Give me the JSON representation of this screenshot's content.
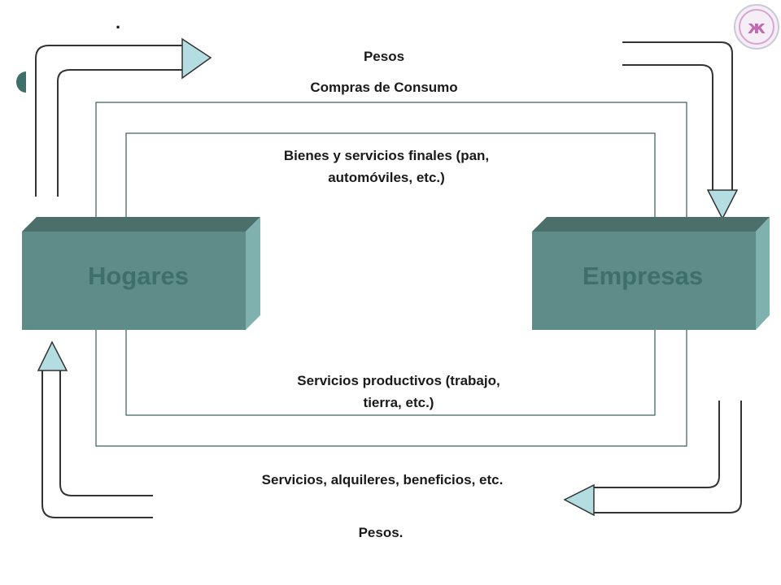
{
  "diagram": {
    "top_dot": ".",
    "labels": {
      "pesos_top": "Pesos",
      "consumption": "Compras de Consumo",
      "final_goods": "Bienes y servicios finales (pan, automóviles, etc.)",
      "productive_services": "Servicios productivos (trabajo, tierra, etc.)",
      "factor_payments": "Servicios, alquileres, beneficios, etc.",
      "pesos_bottom": "Pesos."
    },
    "nodes": {
      "households": "Hogares",
      "firms": "Empresas"
    },
    "logo_text": "ж"
  },
  "colors": {
    "box_front": "#5e8c88",
    "box_top": "#4d6f6c",
    "box_side": "#7fb2ae",
    "box_label": "#3f6f6b",
    "arrow_head": "#b3dde0",
    "line": "#333333",
    "frame": "#3a5a5a"
  }
}
